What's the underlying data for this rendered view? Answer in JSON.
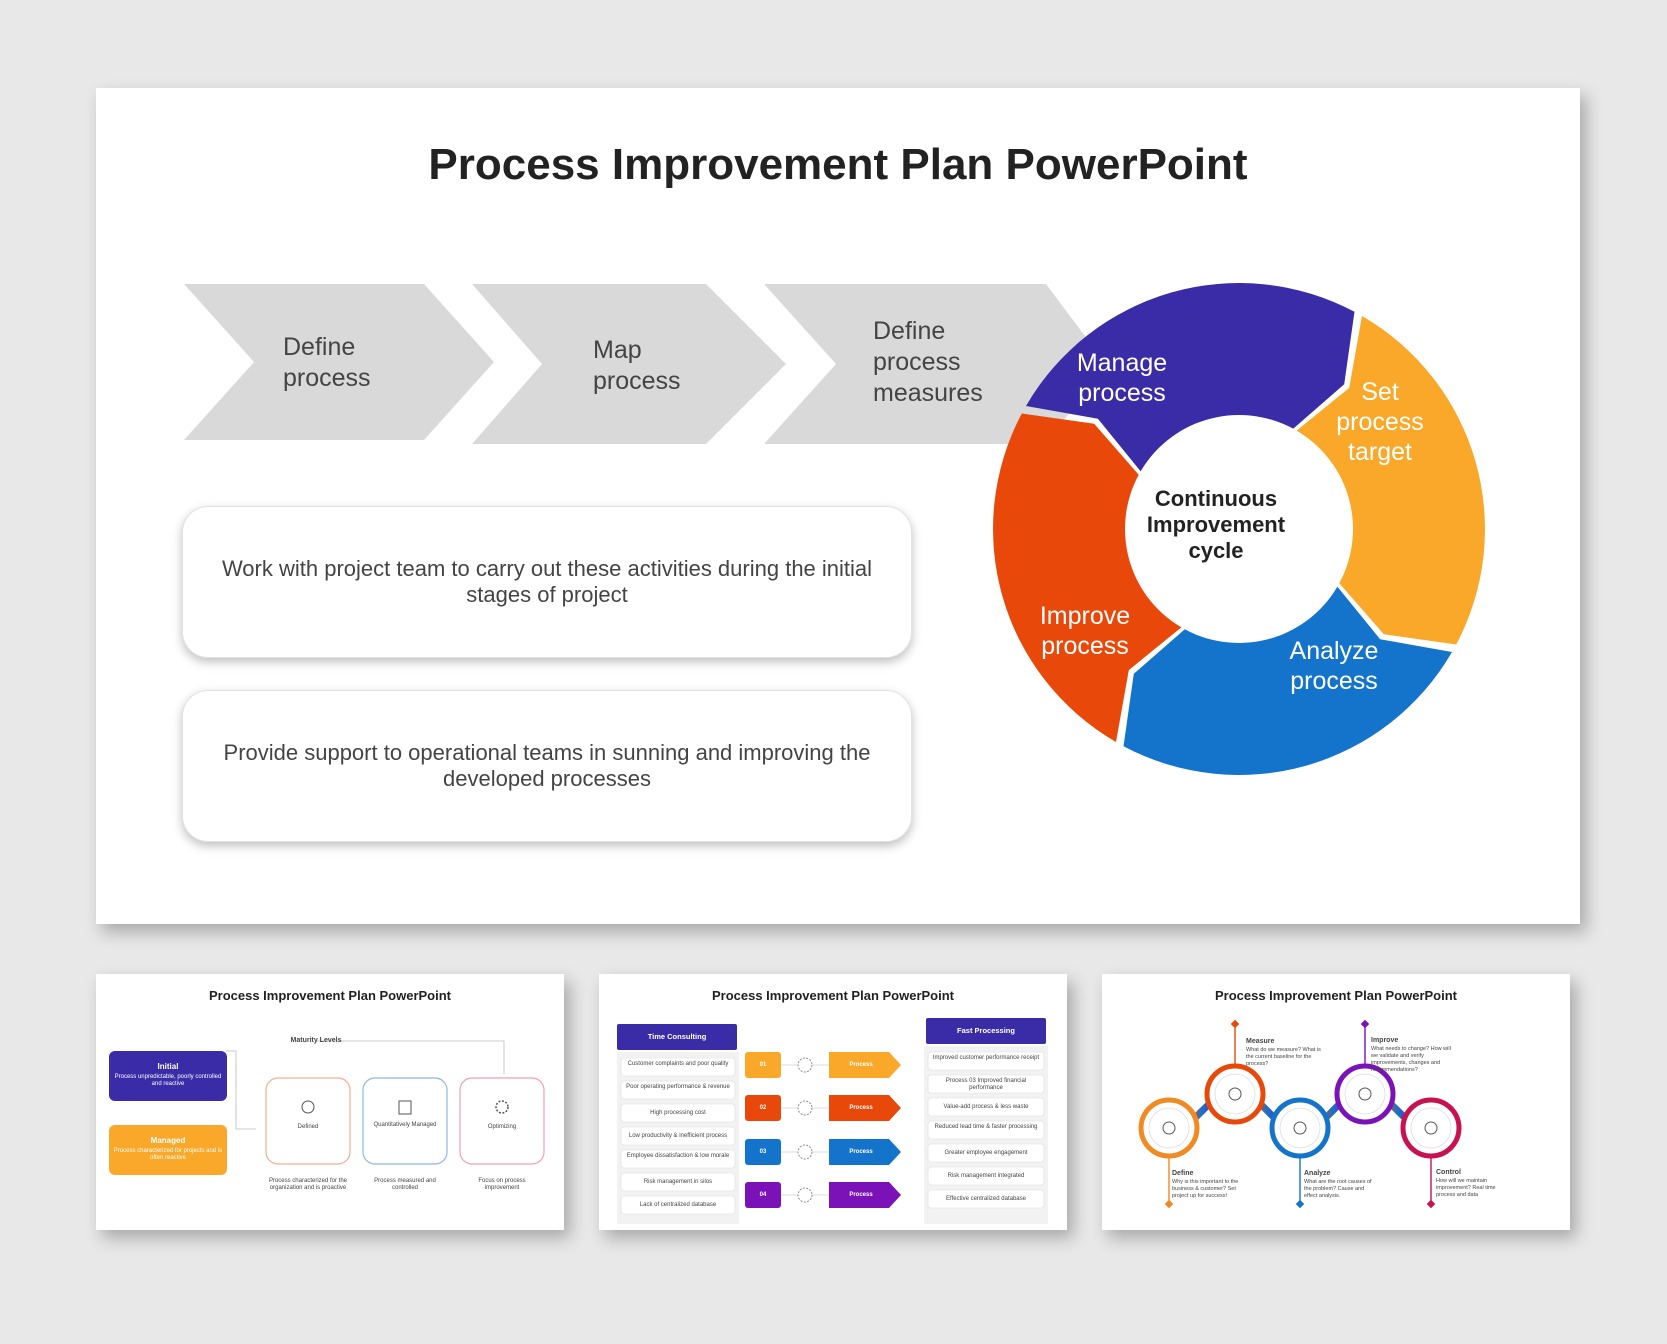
{
  "main": {
    "title": "Process Improvement Plan PowerPoint",
    "chevrons": [
      {
        "label": "Define\nprocess"
      },
      {
        "label": "Map\nprocess"
      },
      {
        "label": "Define\nprocess\nmeasures"
      }
    ],
    "boxes": [
      {
        "text": "Work with project team to carry out these activities during the initial stages of project"
      },
      {
        "text": "Provide support to operational teams in sunning and improving the developed processes"
      }
    ],
    "cycle": {
      "center": "Continuous\nImprovement\ncycle",
      "segments": [
        {
          "label": "Manage\nprocess",
          "color": "#3a2ca6"
        },
        {
          "label": "Set\nprocess\ntarget",
          "color": "#f9a82a"
        },
        {
          "label": "Analyze\nprocess",
          "color": "#1474cc"
        },
        {
          "label": "Improve\nprocess",
          "color": "#e8490a"
        }
      ]
    }
  },
  "thumb1": {
    "title": "Process Improvement Plan PowerPoint",
    "heading": "Maturity Levels",
    "initial": {
      "title": "Initial",
      "desc": "Process unpredictable, poorly controlled and reactive"
    },
    "managed": {
      "title": "Managed",
      "desc": "Process characterized for projects and is often reactive"
    },
    "levels": [
      {
        "label": "Defined",
        "desc": "Process characterized for the organization and is proactive",
        "icon": "bulb-icon"
      },
      {
        "label": "Quantitatively Managed",
        "desc": "Process measured and controlled",
        "icon": "document-icon"
      },
      {
        "label": "Optimizing",
        "desc": "Focus on process improvement",
        "icon": "gear-icon"
      }
    ]
  },
  "thumb2": {
    "title": "Process Improvement Plan PowerPoint",
    "left_header": "Time Consulting",
    "right_header": "Fast Processing",
    "left_items": [
      "Customer complaints and poor quality",
      "Poor operating performance & revenue",
      "High processing cost",
      "Low productivity & inefficient process",
      "Employee dissatisfaction & low morale",
      "Risk management in silos",
      "Lack of centralized database"
    ],
    "right_items": [
      "Improved customer performance receipt",
      "Process 03 Improved financial performance",
      "Value-add process & less waste",
      "Reduced lead time & faster processing",
      "Greater employee engagement",
      "Risk management integrated",
      "Effective centralized database"
    ],
    "steps": [
      {
        "num": "01",
        "label": "Process",
        "color": "#f9a82a"
      },
      {
        "num": "02",
        "label": "Process",
        "color": "#e8490a"
      },
      {
        "num": "03",
        "label": "Process",
        "color": "#1474cc"
      },
      {
        "num": "04",
        "label": "Process",
        "color": "#7a12b8"
      }
    ]
  },
  "thumb3": {
    "title": "Process Improvement Plan PowerPoint",
    "stages": [
      {
        "title": "Define",
        "desc": "Why is this important to the business & customer? Set project up for success!",
        "color": "#f08a24"
      },
      {
        "title": "Measure",
        "desc": "What do we measure? What is the current baseline for the process?",
        "color": "#e8490a"
      },
      {
        "title": "Analyze",
        "desc": "What are the root causes of the problem? Cause and effect analysis.",
        "color": "#1474cc"
      },
      {
        "title": "Improve",
        "desc": "What needs to change? How will we validate and verify improvements, changes and recommendations?",
        "color": "#7a12b8"
      },
      {
        "title": "Control",
        "desc": "How will we maintain improvement? Real time process and data",
        "color": "#c8124f"
      }
    ]
  }
}
